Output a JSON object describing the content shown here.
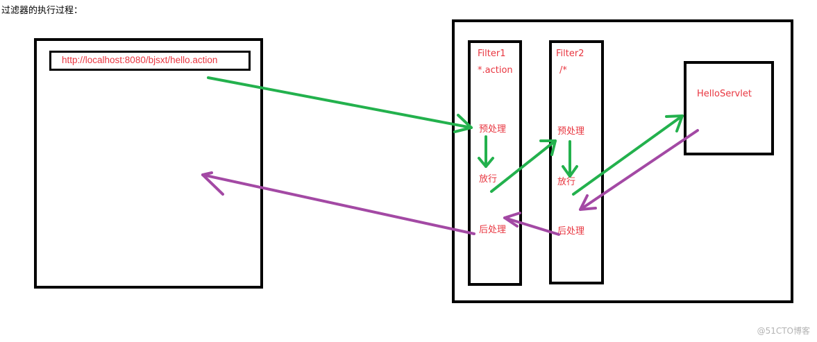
{
  "page": {
    "heading": "过滤器的执行过程：",
    "watermark": "@51CTO博客"
  },
  "browser": {
    "url": "http://localhost:8080/bjsxt/hello.action"
  },
  "filters": [
    {
      "name": "Filter1",
      "pattern": "*.action",
      "pre": "预处理",
      "pass": "放行",
      "post": "后处理"
    },
    {
      "name": "Filter2",
      "pattern": "/*",
      "pre": "预处理",
      "pass": "放行",
      "post": "后处理"
    }
  ],
  "servlet": {
    "name": "HelloServlet"
  },
  "colors": {
    "request_arrow": "#23b14d",
    "response_arrow": "#a349a4",
    "label_text": "#e8353f",
    "box_border": "#000000"
  }
}
